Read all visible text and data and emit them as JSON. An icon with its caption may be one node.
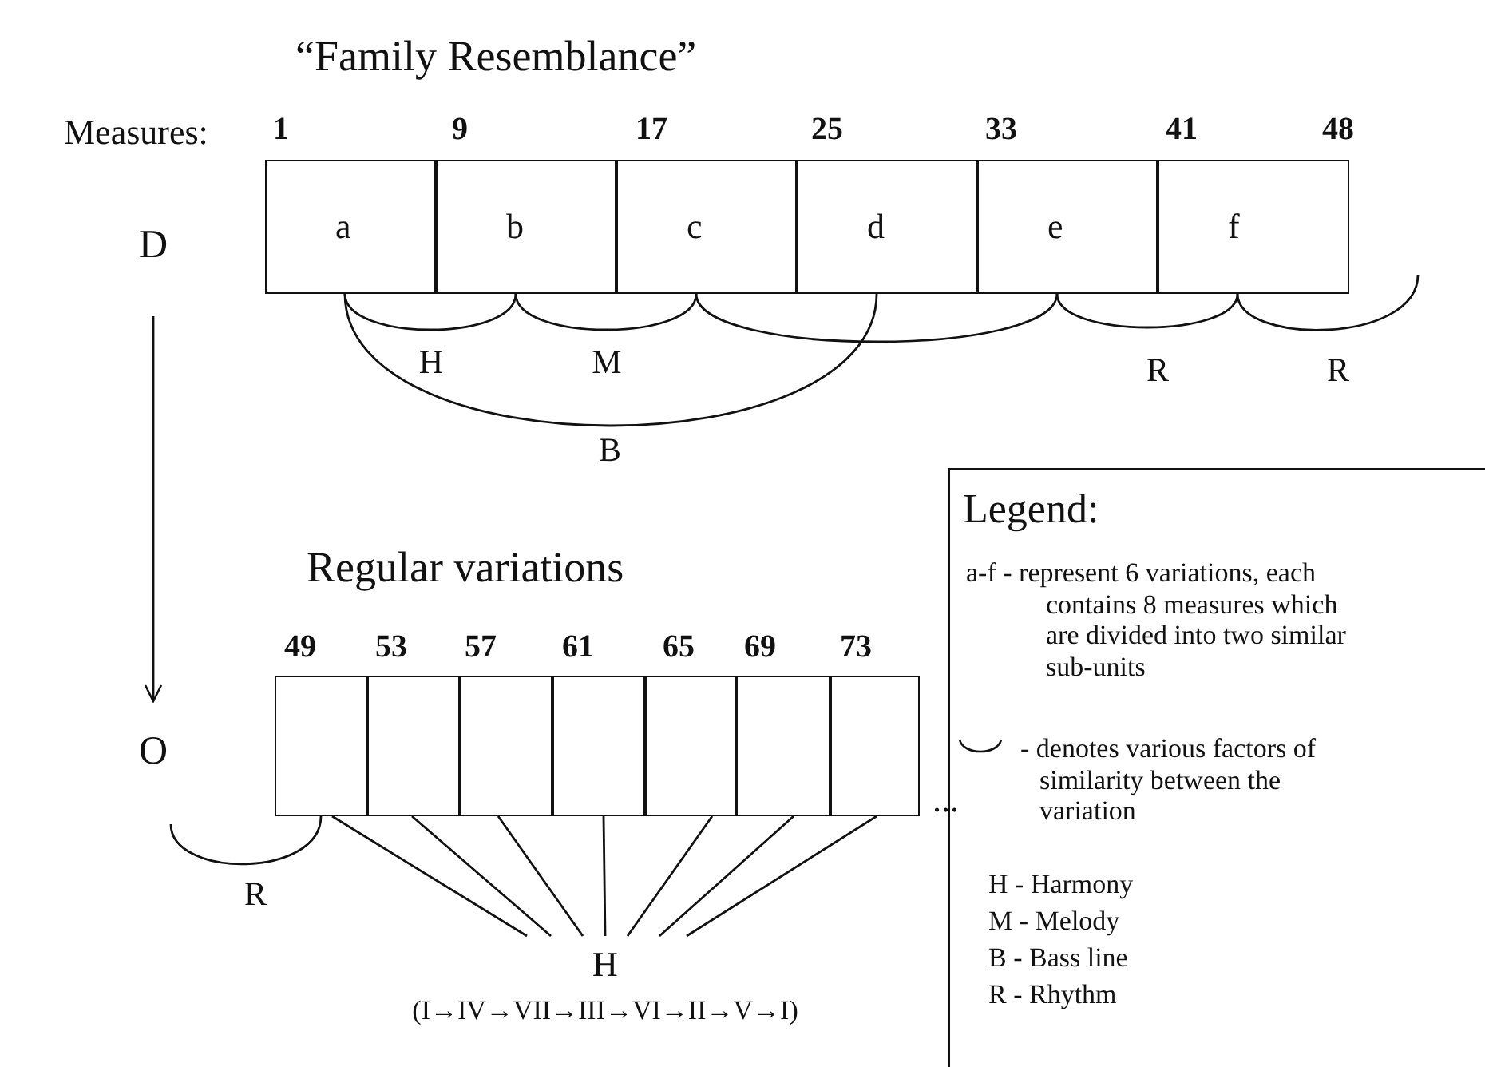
{
  "diagram": {
    "nodes": [
      {
        "text": [
          "D"
        ]
      },
      {
        "text": [
          "O"
        ]
      },
      {
        "text": [
          "a"
        ]
      },
      {
        "text": [
          "b"
        ]
      },
      {
        "text": [
          "c"
        ]
      },
      {
        "text": [
          "d"
        ]
      },
      {
        "text": [
          "e"
        ]
      },
      {
        "text": [
          "f"
        ]
      },
      {
        "text": [],
        "shape": "box"
      },
      {
        "text": [],
        "shape": "box"
      },
      {
        "text": [],
        "shape": "box"
      },
      {
        "text": [],
        "shape": "box"
      },
      {
        "text": [],
        "shape": "box"
      },
      {
        "text": [],
        "shape": "box"
      },
      {
        "text": [],
        "shape": "box"
      },
      {
        "text": [
          "H",
          "(I→IV→VII→III→VI→II→V→I)"
        ]
      }
    ],
    "edges": [
      {
        "from": 0,
        "to": 1,
        "arrow": "to"
      },
      {
        "from": 2,
        "to": 3,
        "arrow": "none",
        "label": "H"
      },
      {
        "from": 3,
        "to": 4,
        "arrow": "none",
        "label": "M"
      },
      {
        "from": 4,
        "to": 6,
        "arrow": "none"
      },
      {
        "from": 2,
        "to": 5,
        "arrow": "none",
        "label": "B"
      },
      {
        "from": 6,
        "to": 7,
        "arrow": "none",
        "label": "R"
      },
      {
        "from": 7,
        "to": null,
        "arrow": "none",
        "label": "R"
      },
      {
        "from": null,
        "to": 8,
        "arrow": "none",
        "label": "R"
      },
      {
        "from": 8,
        "to": 15,
        "arrow": "none"
      },
      {
        "from": 9,
        "to": 15,
        "arrow": "none"
      },
      {
        "from": 10,
        "to": 15,
        "arrow": "none"
      },
      {
        "from": 11,
        "to": 15,
        "arrow": "none"
      },
      {
        "from": 12,
        "to": 15,
        "arrow": "none"
      },
      {
        "from": 13,
        "to": 15,
        "arrow": "none"
      },
      {
        "from": 14,
        "to": 15,
        "arrow": "none"
      }
    ],
    "labels": [
      "“Family Resemblance”",
      "Measures:",
      "1",
      "9",
      "17",
      "25",
      "33",
      "41",
      "48",
      "Regular variations",
      "49",
      "53",
      "57",
      "61",
      "65",
      "69",
      "73",
      "...",
      "Legend:"
    ],
    "legend": [
      {
        "text": "a-f - represent 6 variations, each contains 8 measures which are divided into two similar sub-units"
      },
      {
        "text": "- denotes various factors of similarity between the variation"
      },
      {
        "text": "H - Harmony"
      },
      {
        "text": "M - Melody"
      },
      {
        "text": "B - Bass line"
      },
      {
        "text": "R - Rhythm"
      }
    ]
  }
}
